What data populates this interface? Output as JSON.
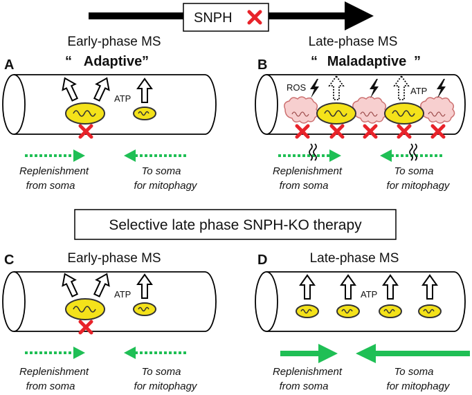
{
  "header": {
    "label": "SNPH"
  },
  "panels": {
    "A": {
      "letter": "A",
      "title": "Early-phase MS",
      "subtitle": "Adaptive",
      "atp": "ATP",
      "left_caption": [
        "Replenishment",
        "from soma"
      ],
      "right_caption": [
        "To soma",
        "for mitophagy"
      ]
    },
    "B": {
      "letter": "B",
      "title": "Late-phase MS",
      "subtitle": "Maladaptive",
      "atp": "ATP",
      "ros": "ROS",
      "left_caption": [
        "Replenishment",
        "from soma"
      ],
      "right_caption": [
        "To soma",
        "for mitophagy"
      ]
    },
    "C": {
      "letter": "C",
      "title": "Early-phase MS",
      "atp": "ATP",
      "left_caption": [
        "Replenishment",
        "from soma"
      ],
      "right_caption": [
        "To soma",
        "for mitophagy"
      ]
    },
    "D": {
      "letter": "D",
      "title": "Late-phase MS",
      "atp": "ATP",
      "left_caption": [
        "Replenishment",
        "from soma"
      ],
      "right_caption": [
        "To soma",
        "for mitophagy"
      ]
    }
  },
  "therapy_box": {
    "label": "Selective late phase SNPH-KO therapy"
  },
  "colors": {
    "mito_fill": "#f4e21a",
    "mito_stroke": "#333333",
    "dmg_fill": "#f7cfcf",
    "dmg_stroke": "#cc6f6f",
    "cross": "#e8232a",
    "arrow_green": "#1fbf55",
    "arrow_black": "#000000"
  },
  "icons": [
    "right-arrow-icon",
    "red-cross-icon",
    "up-arrow-icon",
    "lightning-icon",
    "mitochondrion-icon",
    "wavy-break-icon"
  ]
}
